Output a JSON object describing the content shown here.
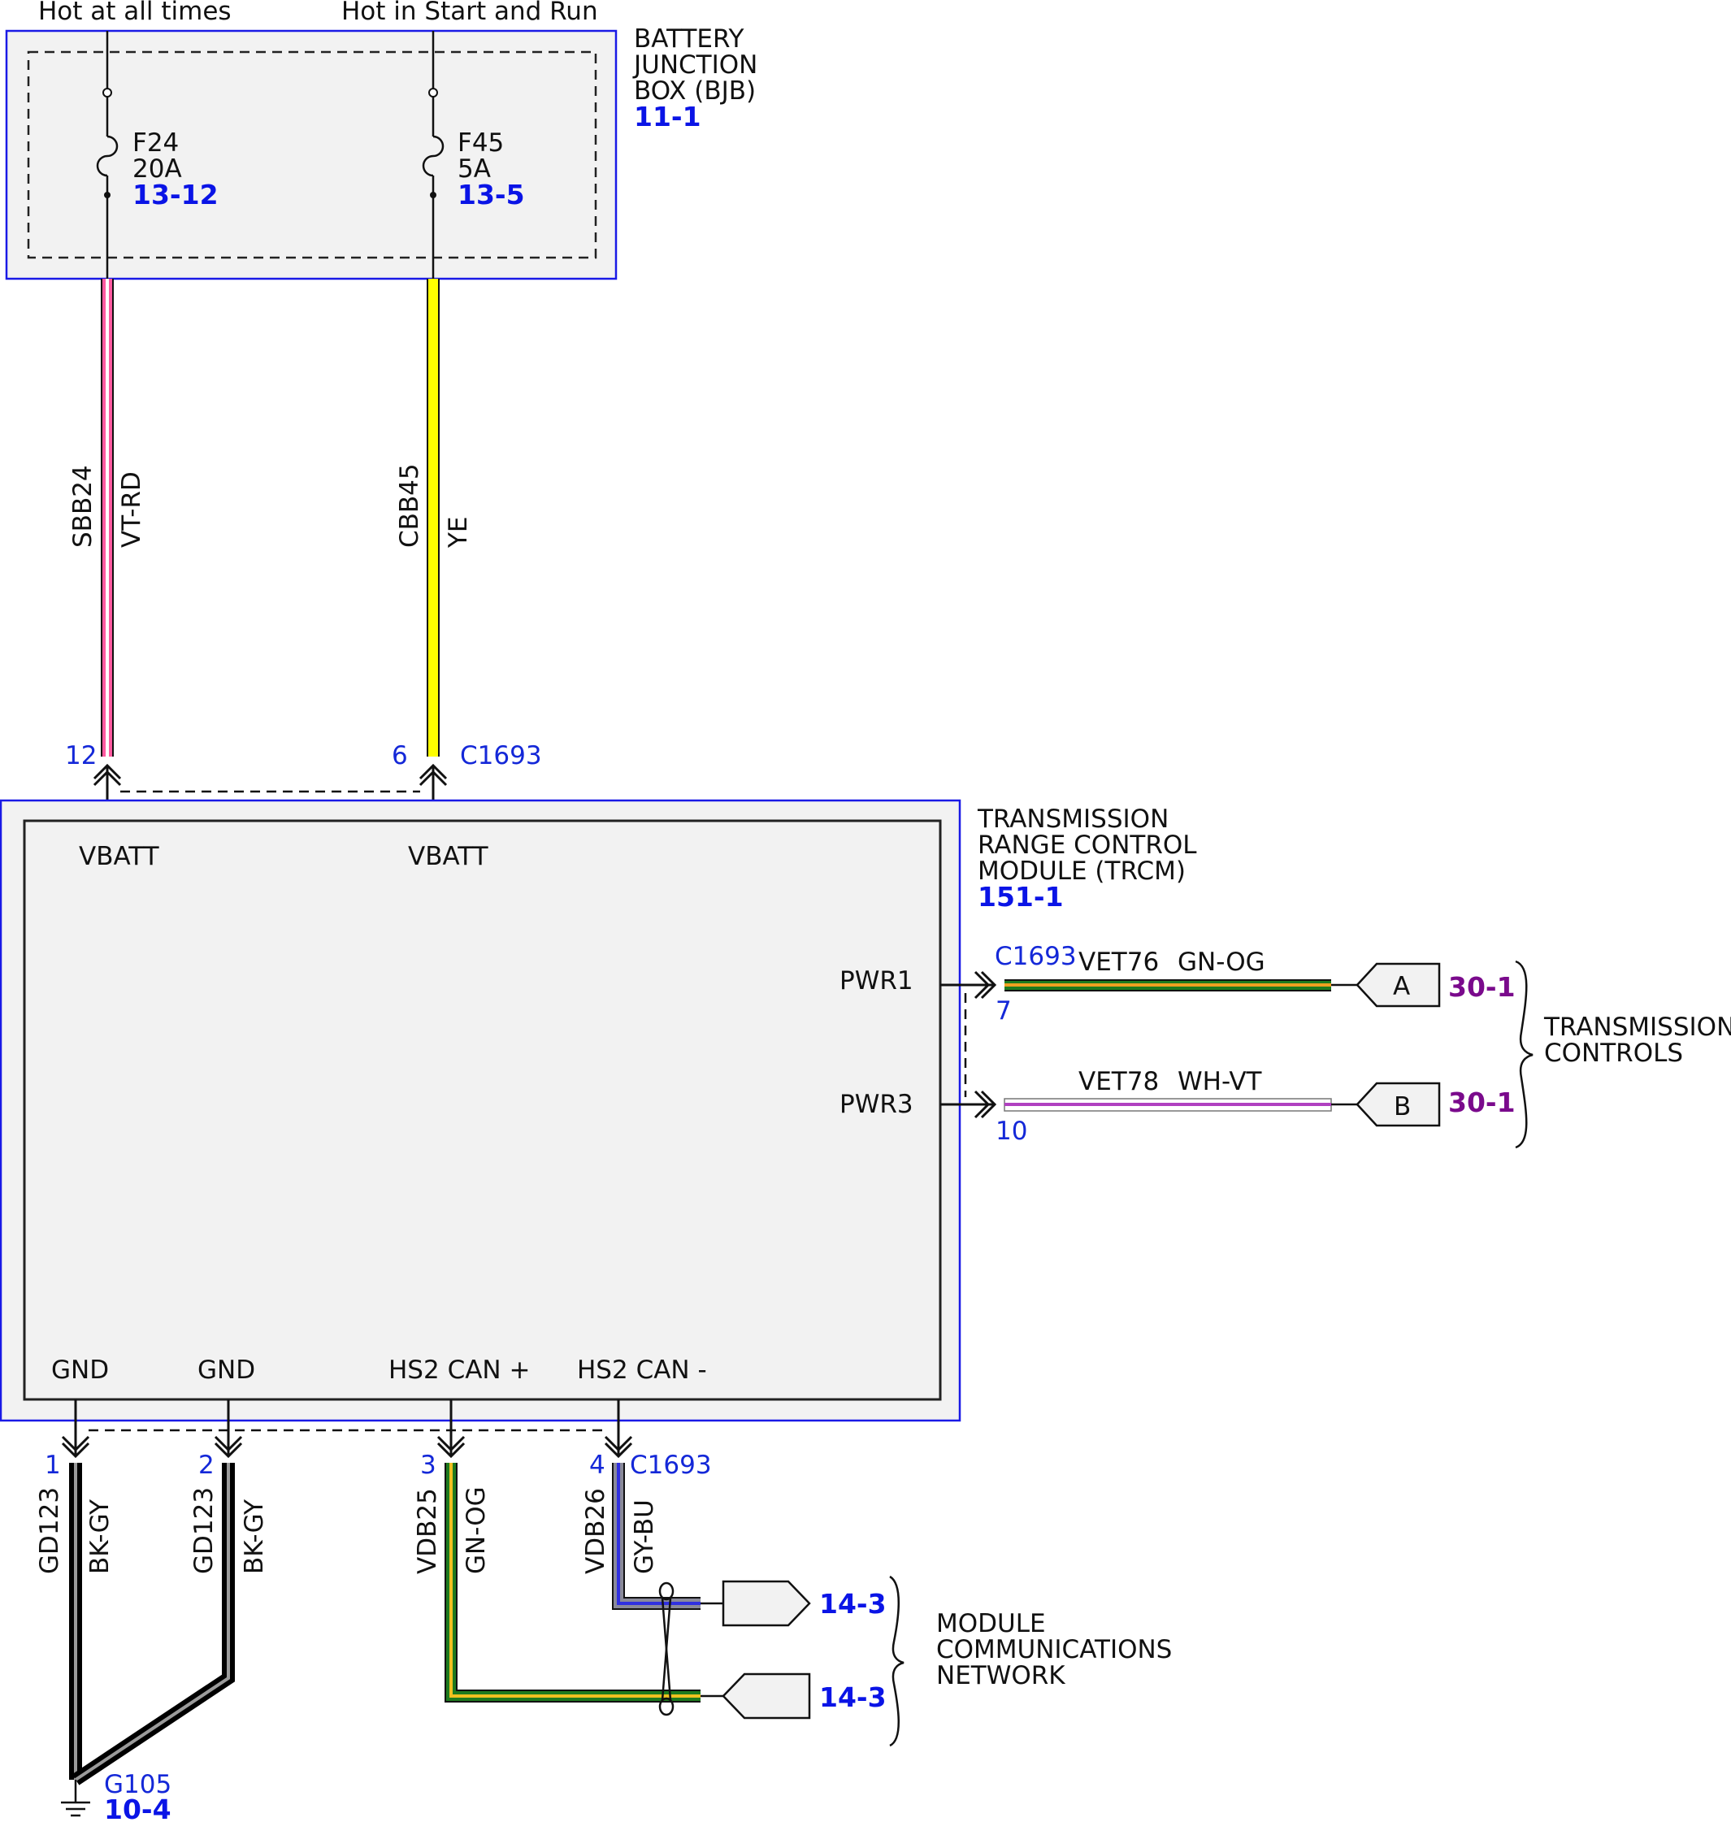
{
  "supply": {
    "hot_all_times": "Hot at all times",
    "hot_start_run": "Hot in Start and Run"
  },
  "bjb": {
    "name_line1": "BATTERY",
    "name_line2": "JUNCTION",
    "name_line3": "BOX (BJB)",
    "ref": "11-1",
    "fuses": [
      {
        "id": "F24",
        "rating": "20A",
        "ref": "13-12"
      },
      {
        "id": "F45",
        "rating": "5A",
        "ref": "13-5"
      }
    ]
  },
  "wires_top": [
    {
      "circuit": "SBB24",
      "color_code": "VT-RD",
      "pin": "12",
      "main_color": "#ff5aa0",
      "stripe_color": "#ffffff"
    },
    {
      "circuit": "CBB45",
      "color_code": "YE",
      "pin": "6",
      "main_color": "#ffff00"
    }
  ],
  "connector": "C1693",
  "trcm": {
    "name_line1": "TRANSMISSION",
    "name_line2": "RANGE CONTROL",
    "name_line3": "MODULE (TRCM)",
    "ref": "151-1",
    "labels": {
      "vbatt_1": "VBATT",
      "vbatt_2": "VBATT",
      "pwr1": "PWR1",
      "pwr3": "PWR3",
      "gnd_1": "GND",
      "gnd_2": "GND",
      "can_plus": "HS2 CAN +",
      "can_minus": "HS2 CAN -"
    }
  },
  "wires_right": [
    {
      "circuit": "VET76",
      "color_code": "GN-OG",
      "pin": "7",
      "terminal": "A",
      "ref": "30-1",
      "main_color": "#1e7a1e",
      "stripe_color": "#f0a020"
    },
    {
      "circuit": "VET78",
      "color_code": "WH-VT",
      "pin": "10",
      "terminal": "B",
      "ref": "30-1",
      "main_color": "#ffffff",
      "stripe_color": "#b040c0"
    }
  ],
  "transmission_controls": {
    "line1": "TRANSMISSION",
    "line2": "CONTROLS"
  },
  "wires_bottom": [
    {
      "circuit": "GD123",
      "color_code": "BK-GY",
      "pin": "1",
      "main_color": "#000000",
      "stripe_color": "#9a9a9a"
    },
    {
      "circuit": "GD123",
      "color_code": "BK-GY",
      "pin": "2",
      "main_color": "#000000",
      "stripe_color": "#9a9a9a"
    },
    {
      "circuit": "VDB25",
      "color_code": "GN-OG",
      "pin": "3",
      "main_color": "#1e7a1e",
      "stripe_color": "#f0c020"
    },
    {
      "circuit": "VDB26",
      "color_code": "GY-BU",
      "pin": "4",
      "main_color": "#8a8a9a",
      "stripe_color": "#3030e0"
    }
  ],
  "ground": {
    "id": "G105",
    "ref": "10-4"
  },
  "network": {
    "line1": "MODULE",
    "line2": "COMMUNICATIONS",
    "line3": "NETWORK",
    "ref_1": "14-3",
    "ref_2": "14-3"
  }
}
